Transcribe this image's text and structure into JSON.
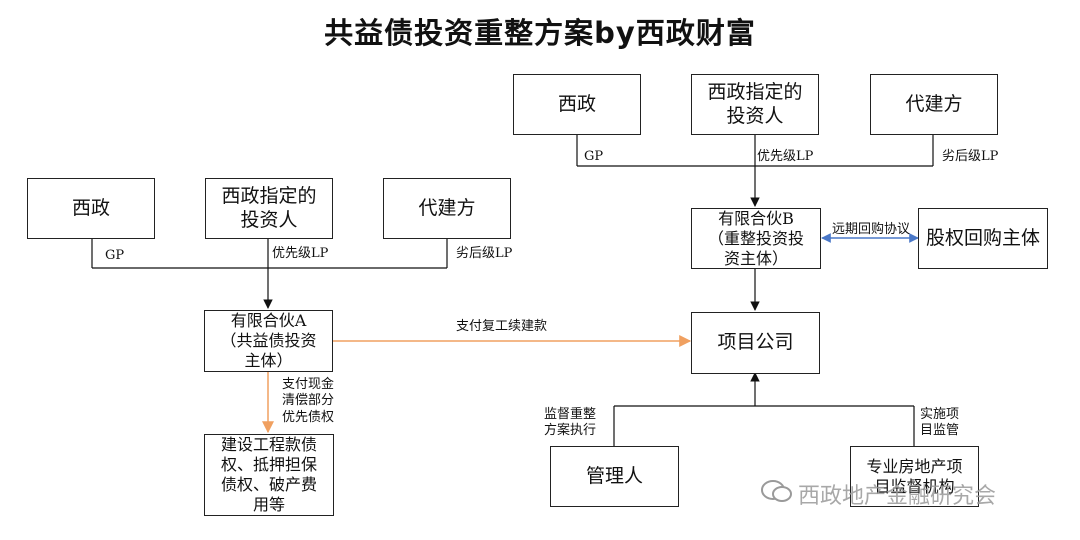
{
  "title": "共益债投资重整方案by西政财富",
  "left": {
    "xizheng": "西政",
    "investor": "西政指定的\n投资人",
    "builder": "代建方",
    "gp": "GP",
    "senior_lp": "优先级LP",
    "junior_lp": "劣后级LP",
    "partnership_a": "有限合伙A\n（共益债投资\n主体）",
    "pay_label": "支付现金\n清偿部分\n优先债权",
    "claims": "建设工程款债\n权、抵押担保\n债权、破产费\n用等"
  },
  "center": {
    "pay_resume": "支付复工续建款"
  },
  "right": {
    "xizheng": "西政",
    "investor": "西政指定的\n投资人",
    "builder": "代建方",
    "gp": "GP",
    "senior_lp": "优先级LP",
    "junior_lp": "劣后级LP",
    "partnership_b": "有限合伙B\n（重整投资投\n资主体）",
    "buyback_agreement": "远期回购协议",
    "buyback_entity": "股权回购主体",
    "project_company": "项目公司",
    "supervise_label": "监督重整\n方案执行",
    "implement_label": "实施项\n目监管",
    "manager": "管理人",
    "re_supervisor": "专业房地产项\n目监督机构"
  },
  "watermark": "西政地产金融研究会"
}
